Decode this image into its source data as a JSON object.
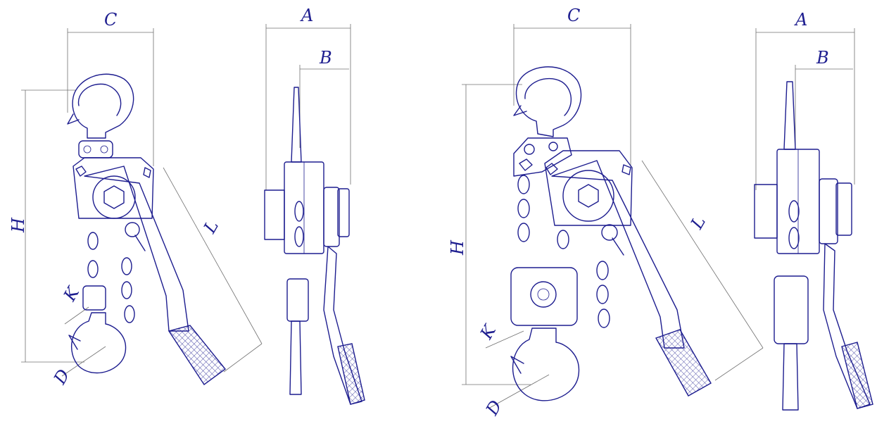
{
  "colors": {
    "ink": "#1d1d8f",
    "dimension": "#707070",
    "background": "#ffffff"
  },
  "views": [
    {
      "id": "hoist-small",
      "labels": {
        "C": "C",
        "A": "A",
        "B": "B",
        "H": "H",
        "L": "L",
        "K": "K",
        "D": "D"
      }
    },
    {
      "id": "hoist-large",
      "labels": {
        "C": "C",
        "A": "A",
        "B": "B",
        "H": "H",
        "L": "L",
        "K": "K",
        "D": "D"
      }
    }
  ]
}
